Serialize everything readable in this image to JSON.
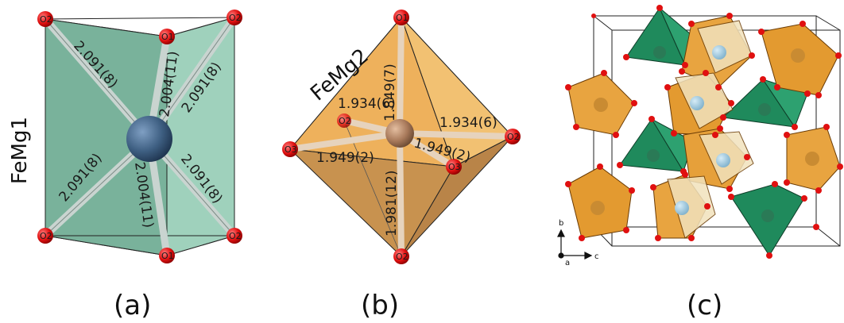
{
  "panels": {
    "a": {
      "title": "FeMg1",
      "caption": "(a)",
      "atom_labels": {
        "o2_tl": "O2",
        "o1_t": "O1",
        "o2_tr": "O2",
        "o2_bl": "O2",
        "o1_b": "O1",
        "o2_br": "O2"
      },
      "bonds": {
        "tl": "2.091(8)",
        "t": "2.004(11)",
        "tr": "2.091(8)",
        "bl": "2.091(8)",
        "b": "2.004(11)",
        "br": "2.091(8)"
      }
    },
    "b": {
      "title": "FeMg2",
      "caption": "(b)",
      "atom_labels": {
        "top": "O1",
        "left": "O3",
        "back": "O2",
        "right": "O2",
        "front": "O3",
        "bottom": "O2"
      },
      "bonds": {
        "top": "1.849(7)",
        "back_left": "1.934(6)",
        "right": "1.934(6)",
        "left": "1.949(2)",
        "front": "1.949(2)",
        "bottom": "1.981(12)"
      }
    },
    "c": {
      "caption": "(c)",
      "axes": {
        "b": "b",
        "c": "c",
        "a": "a"
      }
    }
  },
  "colors": {
    "octahedron_green": "#7fb9a3",
    "octahedron_orange": "#e8a440",
    "tetra_green": "#1f8a5c",
    "cream": "#f1e2bd",
    "oxygen": "#e01010",
    "fe1_center": "#3e5f82",
    "fe2_center": "#a8795a"
  }
}
